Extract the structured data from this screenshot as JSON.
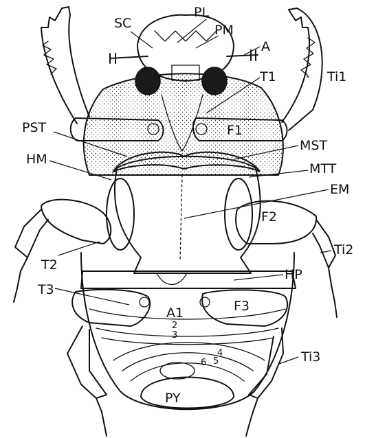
{
  "labels": {
    "sc": "SC",
    "pl": "PL",
    "pm": "PM",
    "a": "A",
    "t1": "T1",
    "ti1": "Ti1",
    "pst": "PST",
    "f1": "F1",
    "mst": "MST",
    "hm": "HM",
    "mtt": "MTT",
    "em": "EM",
    "f2": "F2",
    "t2": "T2",
    "ti2": "Ti2",
    "hp": "HP",
    "t3": "T3",
    "f3": "F3",
    "a1": "A1",
    "s2": "2",
    "s3": "3",
    "s4": "4",
    "s5": "5",
    "s6": "6",
    "ti3": "Ti3",
    "py": "PY"
  },
  "colors": {
    "ink": "#111111",
    "paper": "#ffffff"
  }
}
